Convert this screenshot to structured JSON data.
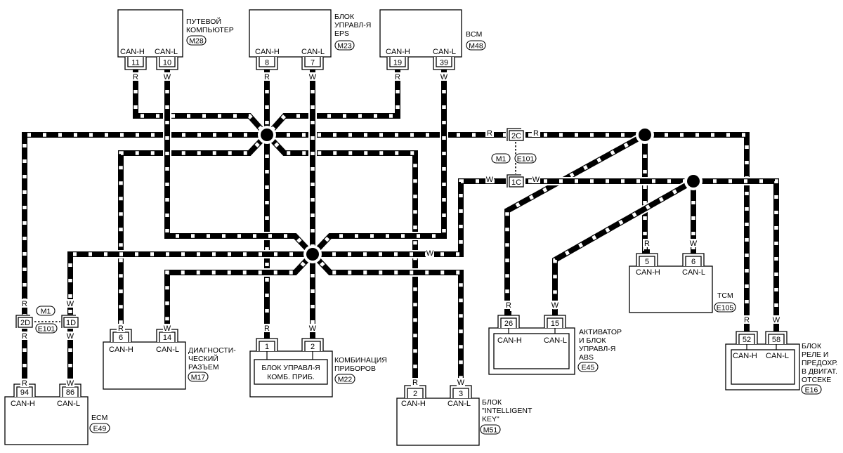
{
  "diagram": {
    "title": "CAN communication wiring diagram",
    "wire_colors": {
      "R": "R",
      "W": "W"
    },
    "signals": {
      "high": "CAN-H",
      "low": "CAN-L"
    },
    "units": [
      {
        "id": "trip-computer",
        "name_lines": [
          "ПУТЕВОЙ",
          "КОМПЬЮТЕР"
        ],
        "connector": "M28",
        "pins": {
          "h": "11",
          "l": "10"
        }
      },
      {
        "id": "eps-unit",
        "name_lines": [
          "БЛОК",
          "УПРАВЛ-Я",
          "EPS"
        ],
        "connector": "M23",
        "pins": {
          "h": "8",
          "l": "7"
        }
      },
      {
        "id": "bcm",
        "name_lines": [
          "BCM"
        ],
        "connector": "M48",
        "pins": {
          "h": "19",
          "l": "39"
        }
      },
      {
        "id": "ecm",
        "name_lines": [
          "ECM"
        ],
        "connector": "E49",
        "pins": {
          "h": "94",
          "l": "86"
        }
      },
      {
        "id": "diag-connector",
        "name_lines": [
          "ДИАГНОСТИ-",
          "ЧЕСКИЙ",
          "РАЗЪЕМ"
        ],
        "connector": "M17",
        "pins": {
          "h": "6",
          "l": "14"
        }
      },
      {
        "id": "combination-meter",
        "name_lines": [
          "КОМБИНАЦИЯ",
          "ПРИБОРОВ"
        ],
        "connector": "M22",
        "pins": {
          "h": "1",
          "l": "2"
        },
        "inner_lines": [
          "БЛОК УПРАВЛ-Я",
          "КОМБ. ПРИБ."
        ]
      },
      {
        "id": "intelligent-key",
        "name_lines": [
          "БЛОК",
          "\"INTELLIGENT",
          "KEY\""
        ],
        "connector": "M51",
        "pins": {
          "h": "2",
          "l": "3"
        }
      },
      {
        "id": "abs-actuator",
        "name_lines": [
          "АКТИВАТОР",
          "И БЛОК",
          "УПРАВЛ-Я",
          "ABS"
        ],
        "connector": "E45",
        "pins": {
          "h": "26",
          "l": "15"
        }
      },
      {
        "id": "tcm",
        "name_lines": [
          "TCM"
        ],
        "connector": "E105",
        "pins": {
          "h": "5",
          "l": "6"
        }
      },
      {
        "id": "ipdm",
        "name_lines": [
          "БЛОК",
          "РЕЛЕ И",
          "ПРЕДОХР.",
          "В ДВИГАТ.",
          "ОТСЕКЕ"
        ],
        "connector": "E16",
        "pins": {
          "h": "52",
          "l": "58"
        }
      }
    ],
    "joint_connectors": [
      {
        "id": "upper",
        "h_pin": "2C",
        "l_pin": "1C",
        "connectors": [
          "M1",
          "E101"
        ]
      },
      {
        "id": "lower",
        "h_pin": "2D",
        "l_pin": "1D",
        "connectors": [
          "M1",
          "E101"
        ]
      }
    ]
  }
}
